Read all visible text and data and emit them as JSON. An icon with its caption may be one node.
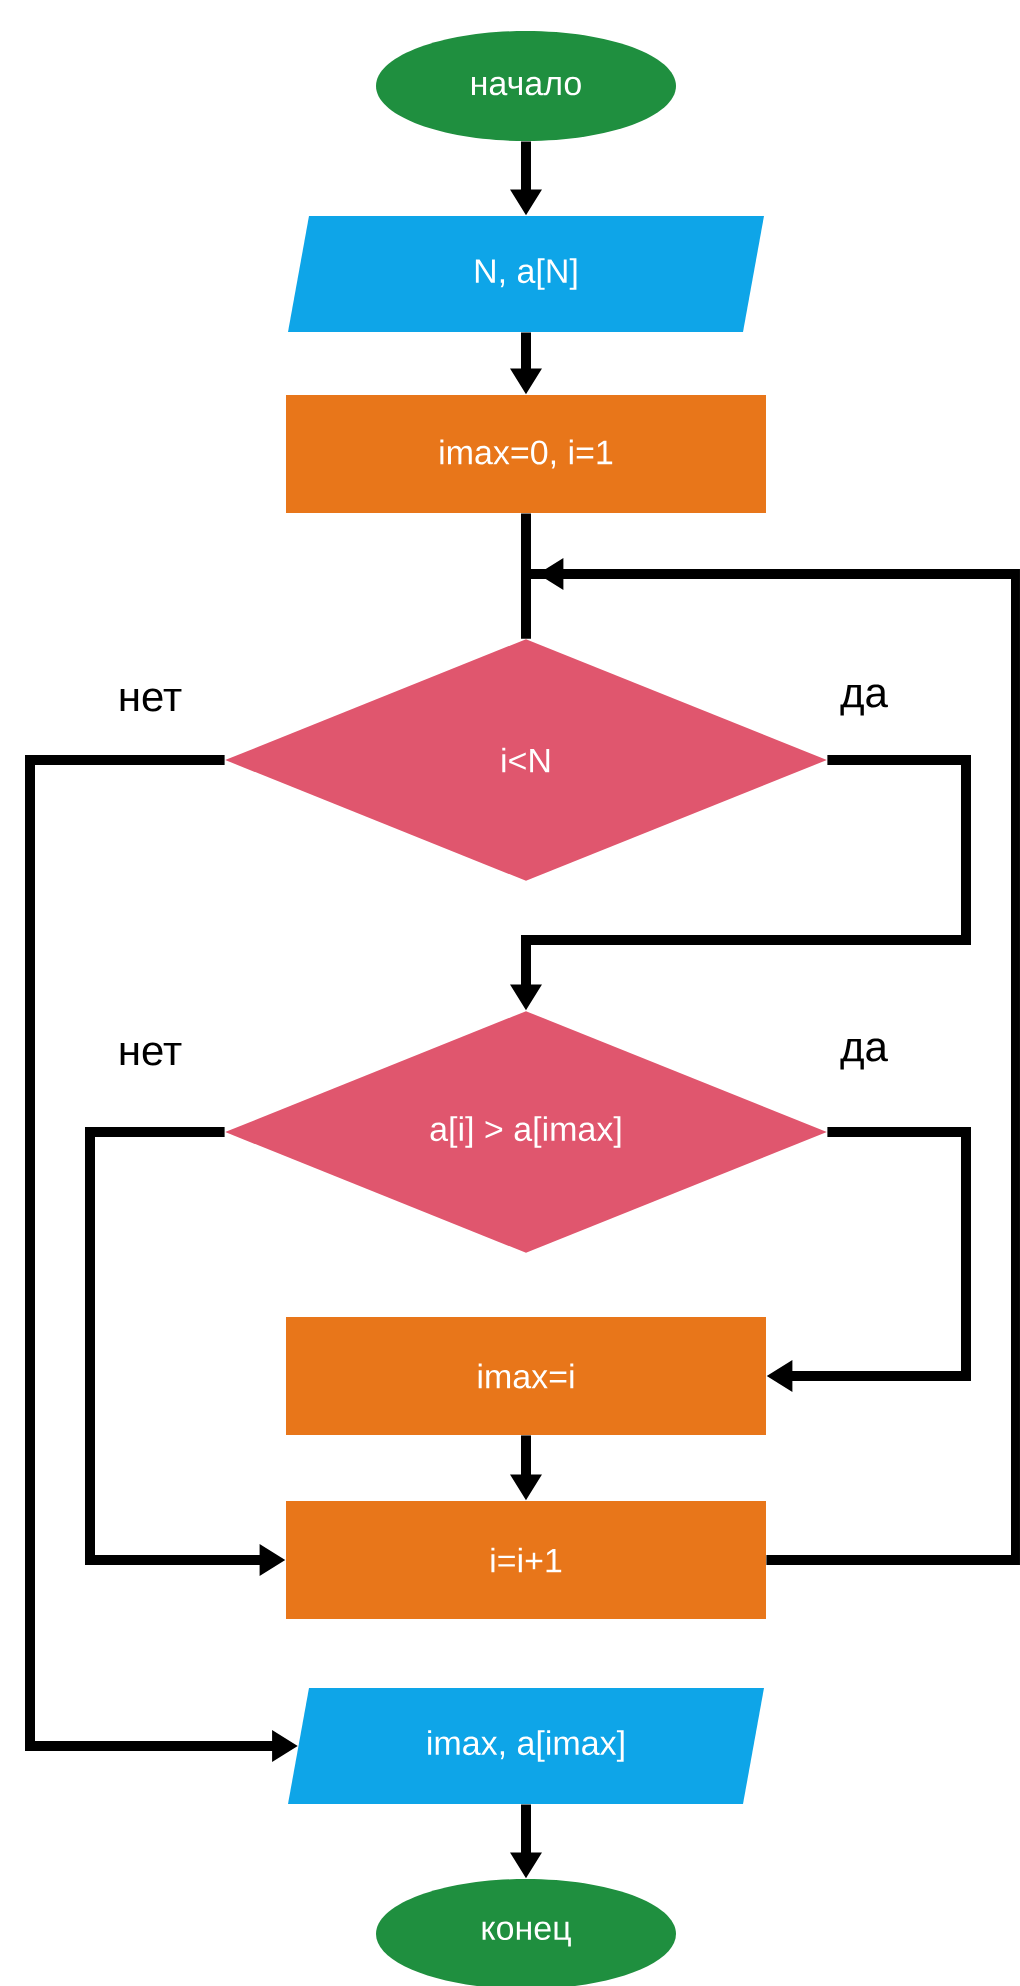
{
  "diagram": {
    "nodes": [
      {
        "text": [
          "начало"
        ]
      },
      {
        "text": [
          "N, a[N]"
        ]
      },
      {
        "text": [
          "imax=0, i=1"
        ]
      },
      {
        "text": [
          "i<N"
        ]
      },
      {
        "text": [
          "a[i] > a[imax]"
        ]
      },
      {
        "text": [
          "imax=i"
        ]
      },
      {
        "text": [
          "i=i+1"
        ]
      },
      {
        "text": [
          "imax, a[imax]"
        ]
      },
      {
        "text": [
          "конец"
        ]
      }
    ],
    "edges": [
      {
        "from": 0,
        "to": 1,
        "arrow": "to"
      },
      {
        "from": 1,
        "to": 2,
        "arrow": "to"
      },
      {
        "from": 2,
        "to": 3,
        "arrow": "none"
      },
      {
        "from": 3,
        "to": 4,
        "arrow": "to",
        "label": "да"
      },
      {
        "from": 3,
        "to": 7,
        "arrow": "to",
        "label": "нет"
      },
      {
        "from": 4,
        "to": 5,
        "arrow": "to",
        "label": "да"
      },
      {
        "from": 4,
        "to": 6,
        "arrow": "to",
        "label": "нет"
      },
      {
        "from": 5,
        "to": 6,
        "arrow": "to"
      },
      {
        "from": 6,
        "to": 3,
        "arrow": "to"
      },
      {
        "from": 7,
        "to": 8,
        "arrow": "to"
      }
    ]
  }
}
